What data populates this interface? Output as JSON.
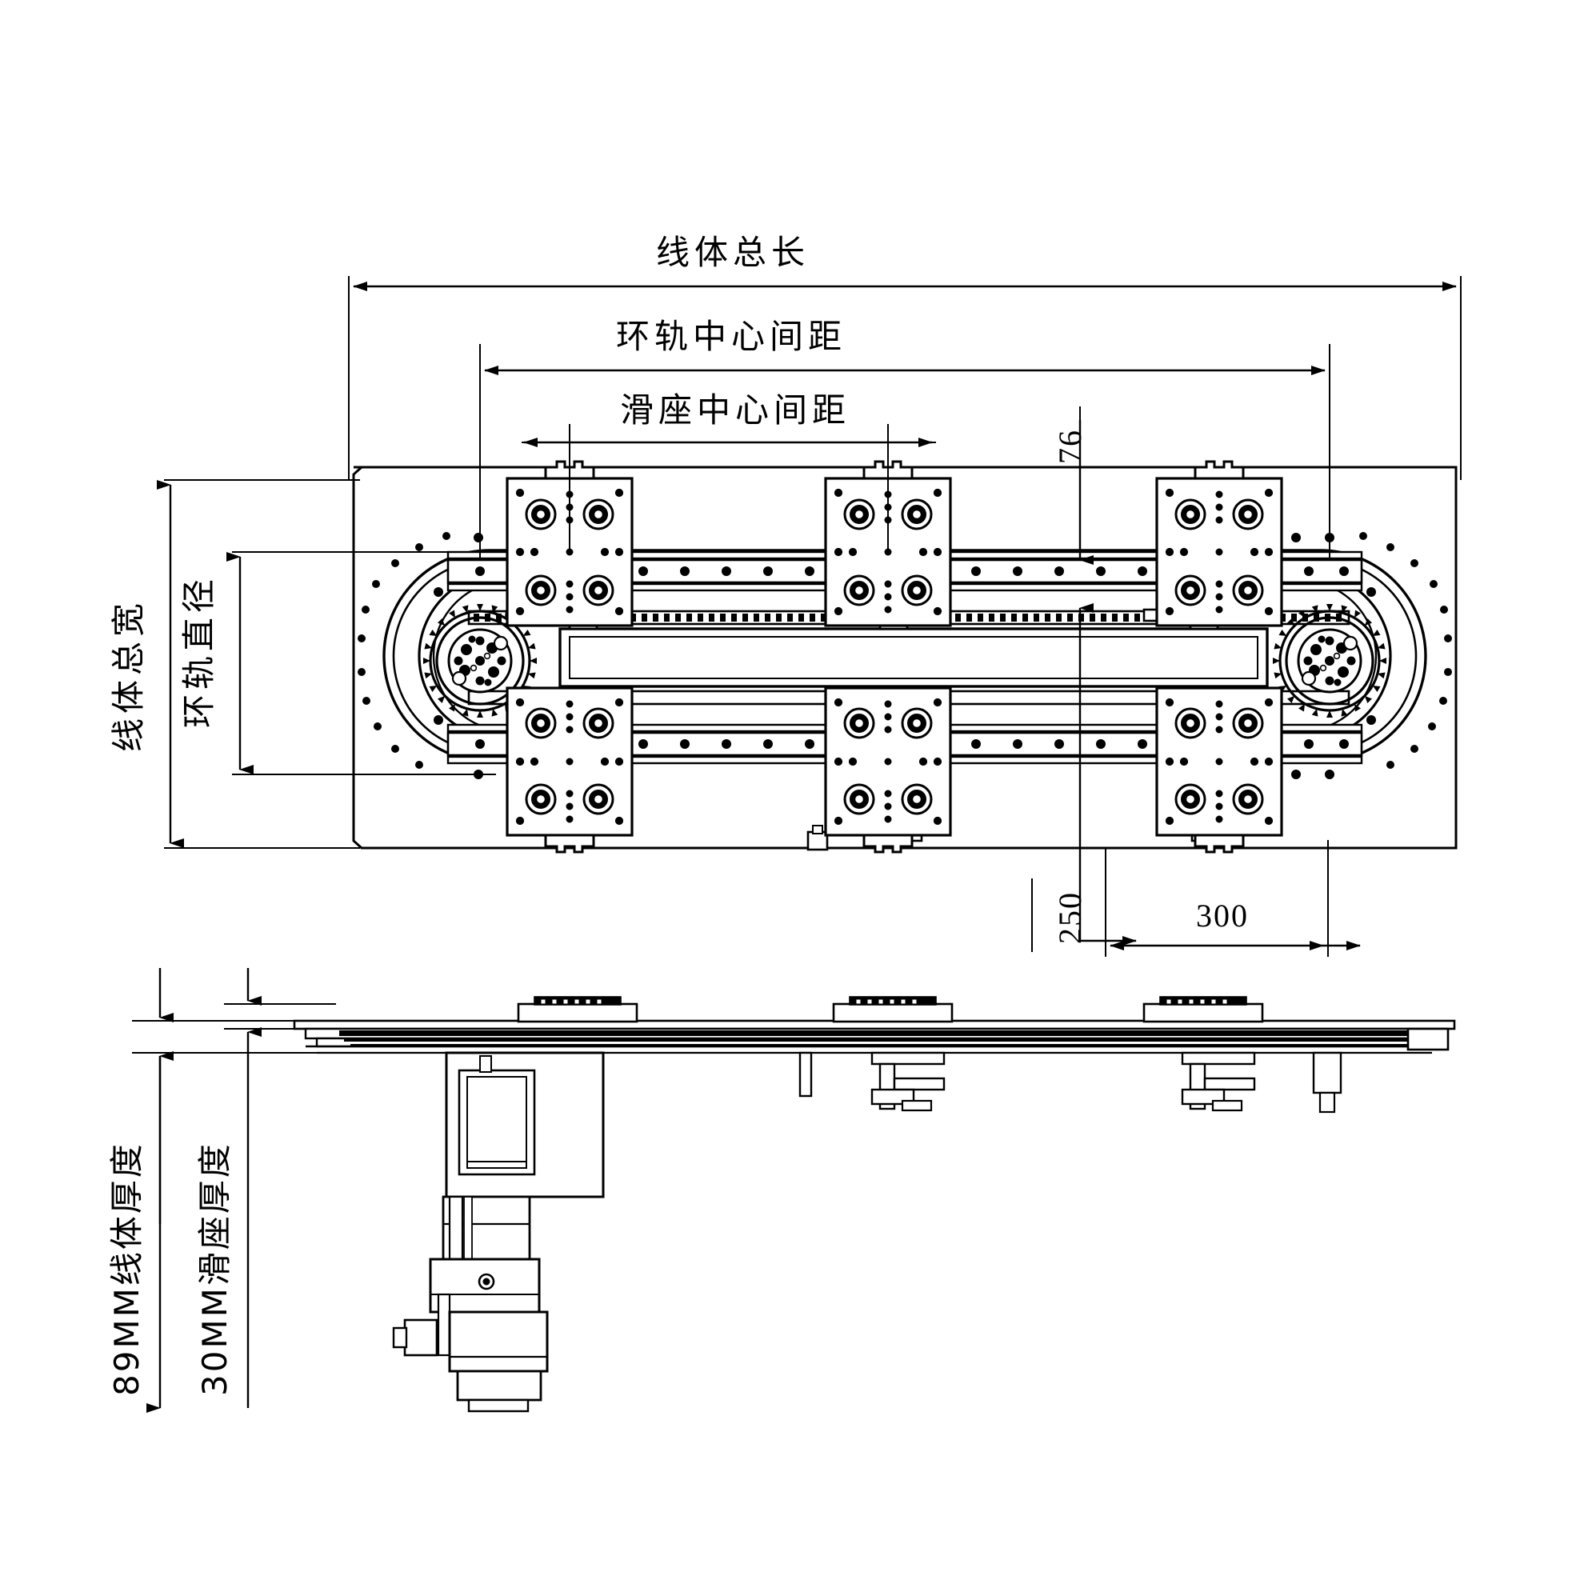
{
  "drawing": {
    "type": "mechanical-engineering-drawing",
    "subject": "ring-track-loop-conveyor",
    "views": [
      "top-view",
      "side-view"
    ],
    "line_color": "#000000",
    "background_color": "#ffffff"
  },
  "dimensions": {
    "total_line_length": {
      "label": "线体总长",
      "orientation": "horizontal",
      "arrows": "both",
      "value": ""
    },
    "ring_center_distance": {
      "label": "环轨中心间距",
      "orientation": "horizontal",
      "arrows": "both",
      "value": ""
    },
    "carriage_center_distance": {
      "label": "滑座中心间距",
      "orientation": "horizontal",
      "arrows": "both",
      "value": ""
    },
    "total_line_width": {
      "label": "线体总宽",
      "orientation": "vertical",
      "arrows": "both",
      "value": ""
    },
    "ring_diameter": {
      "label": "环轨直径",
      "orientation": "vertical",
      "arrows": "both",
      "value": ""
    },
    "line_thickness": {
      "label": "89MM线体厚度",
      "orientation": "vertical",
      "arrows": "both",
      "value": "89"
    },
    "carriage_thickness": {
      "label": "30MM滑座厚度",
      "orientation": "vertical",
      "arrows": "both",
      "value": "30"
    },
    "dim_76": {
      "label": "76",
      "orientation": "vertical",
      "arrows": "both",
      "value": "76"
    },
    "dim_250": {
      "label": "250",
      "orientation": "vertical",
      "arrows": "both",
      "value": "250"
    },
    "dim_300": {
      "label": "300",
      "orientation": "horizontal",
      "arrows": "both",
      "value": "300"
    }
  },
  "components": {
    "base_plate": "rectangular-base-plate",
    "ring_track": "oval-closed-loop-track",
    "sprocket_left": "drive-sprocket",
    "sprocket_right": "idler-sprocket",
    "carriages_top_count": 3,
    "carriages_bottom_count": 3,
    "motor_assembly": "gear-motor-drive-unit",
    "timing_belt": "toothed-belt"
  }
}
